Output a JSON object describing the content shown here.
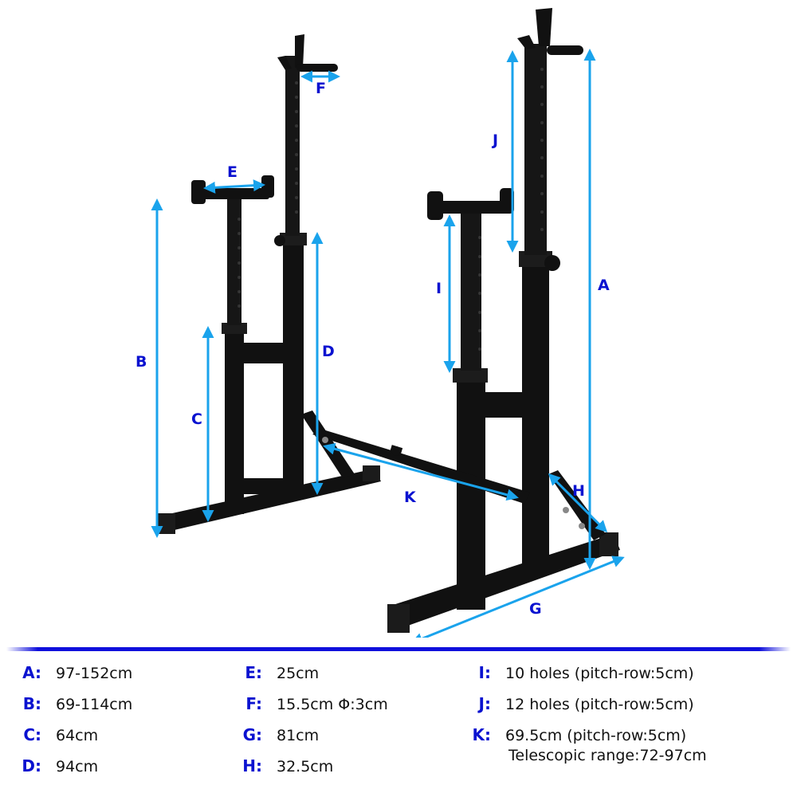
{
  "diagram": {
    "subject": "adjustable squat rack pair with telescopic connecting bar",
    "frame_color": "#111111",
    "arrow_color": "#1aa3ec",
    "label_color": "#0a12d0",
    "labels": {
      "A": "A",
      "B": "B",
      "C": "C",
      "D": "D",
      "E": "E",
      "F": "F",
      "G": "G",
      "H": "H",
      "I": "I",
      "J": "J",
      "K": "K"
    }
  },
  "divider_color": "#1010dc",
  "specs": {
    "col1": [
      {
        "key": "A:",
        "value": "97-152cm"
      },
      {
        "key": "B:",
        "value": "69-114cm"
      },
      {
        "key": "C:",
        "value": "64cm"
      },
      {
        "key": "D:",
        "value": "94cm"
      }
    ],
    "col2": [
      {
        "key": "E:",
        "value": "25cm"
      },
      {
        "key": "F:",
        "value": "15.5cm Φ:3cm"
      },
      {
        "key": "G:",
        "value": "81cm"
      },
      {
        "key": "H:",
        "value": "32.5cm"
      }
    ],
    "col3": [
      {
        "key": "I:",
        "value": "10 holes (pitch-row:5cm)"
      },
      {
        "key": "J:",
        "value": "12 holes (pitch-row:5cm)"
      },
      {
        "key": "K:",
        "value": "69.5cm (pitch-row:5cm)",
        "sub": "Telescopic range:72-97cm"
      }
    ]
  }
}
